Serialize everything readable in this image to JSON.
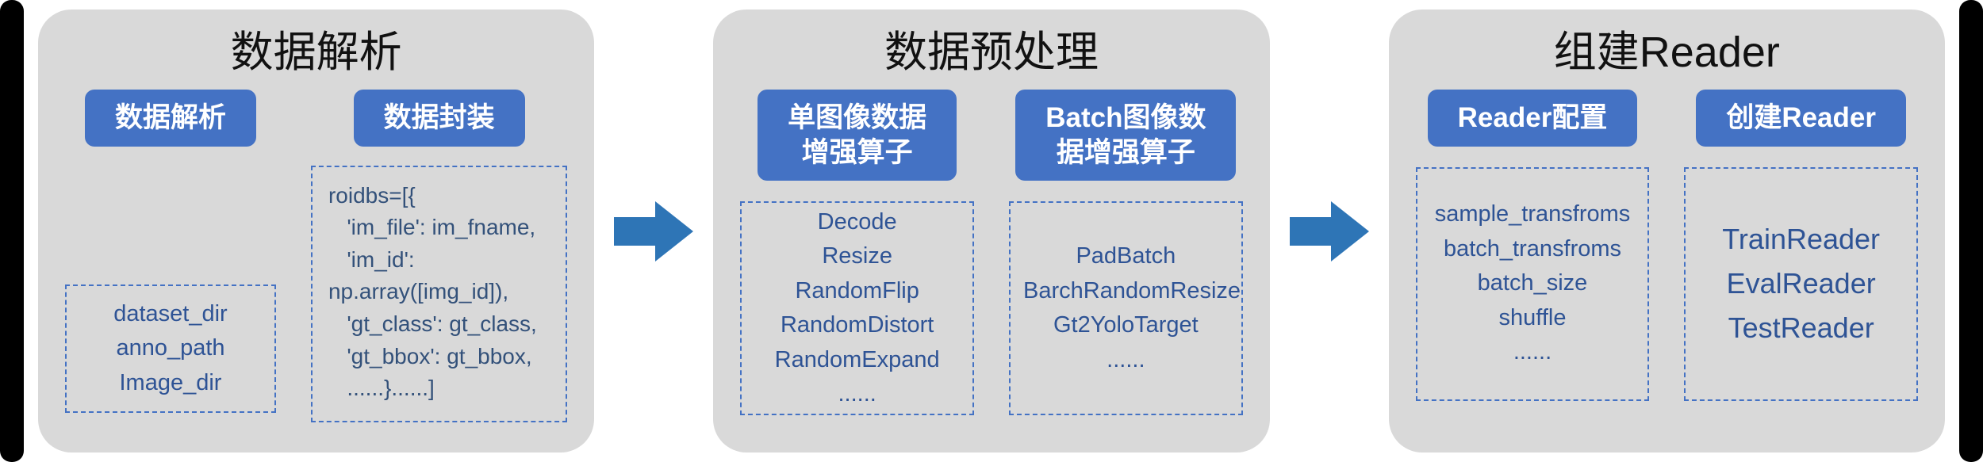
{
  "panels": [
    {
      "title": "数据解析",
      "buttons": [
        {
          "label": "数据解析"
        },
        {
          "label": "数据封装"
        }
      ],
      "boxes": [
        {
          "text": "dataset_dir\nanno_path\nImage_dir"
        },
        {
          "text": "roidbs=[{\n   'im_file': im_fname,\n   'im_id': np.array([img_id]),\n   'gt_class': gt_class,\n   'gt_bbox': gt_bbox,\n   ......}......]"
        }
      ]
    },
    {
      "title": "数据预处理",
      "buttons": [
        {
          "label": "单图像数据\n增强算子"
        },
        {
          "label": "Batch图像数\n据增强算子"
        }
      ],
      "boxes": [
        {
          "text": "Decode\nResize\nRandomFlip\nRandomDistort\nRandomExpand\n......"
        },
        {
          "text": "PadBatch\nBarchRandomResize\nGt2YoloTarget\n......"
        }
      ]
    },
    {
      "title": "组建Reader",
      "buttons": [
        {
          "label": "Reader配置"
        },
        {
          "label": "创建Reader"
        }
      ],
      "boxes": [
        {
          "text": "sample_transfroms\nbatch_transfroms\nbatch_size\nshuffle\n......"
        },
        {
          "text": "TrainReader\nEvalReader\nTestReader"
        }
      ]
    }
  ],
  "icons": {
    "arrow_right": "right-block-arrow"
  },
  "colors": {
    "panel_background": "#d9d9d9",
    "button_blue": "#4472c4",
    "arrow_blue": "#2e75b6",
    "dashed_border_blue": "#4472c4",
    "box_text_navy": "#2e5395",
    "title_black": "#111111",
    "edge_black": "#000000",
    "page_background": "#ffffff"
  }
}
